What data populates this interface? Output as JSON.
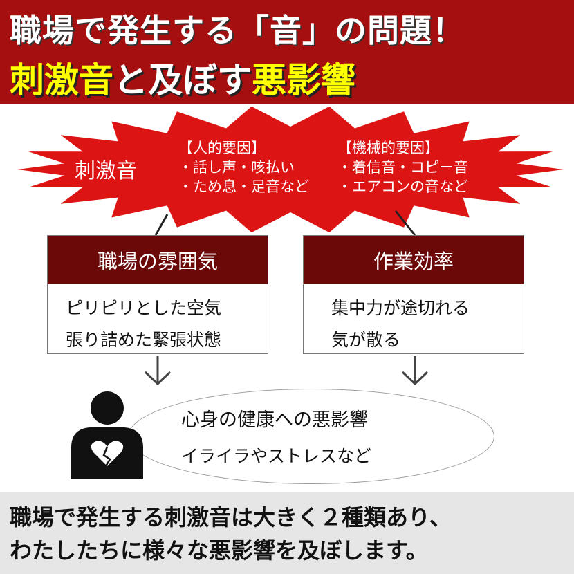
{
  "header": {
    "line1": "職場で発生する「音」の問題！",
    "line2_a": "刺激音",
    "line2_b": "と及ぼす",
    "line2_c": "悪影響"
  },
  "burst": {
    "title": "刺激音",
    "human": {
      "heading": "【人的要因】",
      "items": [
        "・話し声・咳払い",
        "・ため息・足音など"
      ]
    },
    "machine": {
      "heading": "【機械的要因】",
      "items": [
        "・着信音・コピー音",
        "・エアコンの音など"
      ]
    }
  },
  "boxes": [
    {
      "title": "職場の雰囲気",
      "lines": [
        "ピリピリとした空気",
        "張り詰めた緊張状態"
      ]
    },
    {
      "title": "作業効率",
      "lines": [
        "集中力が途切れる",
        "気が散る"
      ]
    }
  ],
  "health": {
    "title": "心身の健康への悪影響",
    "subtitle": "イライラやストレスなど"
  },
  "footer": {
    "lines": [
      "職場で発生する刺激音は大きく２種類あり、",
      "わたしたちに様々な悪影響を及ぼします。"
    ]
  },
  "colors": {
    "header": "#a50f0f",
    "burst": "#dd1414",
    "box_header": "#6b0808",
    "highlight": "#ffff00",
    "footer": "#e6e6e6"
  }
}
